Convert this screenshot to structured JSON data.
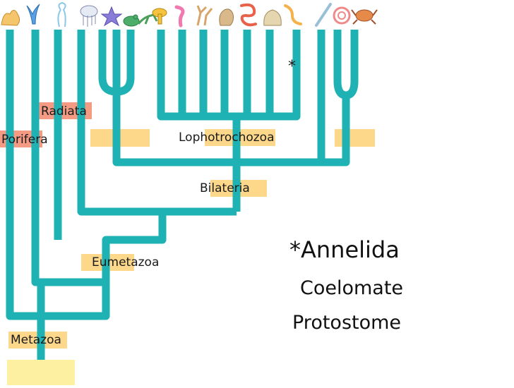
{
  "colors": {
    "branch": "#1fb2b5",
    "highlight_yellow": "#fdd78a",
    "highlight_salmon": "#f59a83",
    "root_box": "#fdf0a0"
  },
  "diagram": {
    "asterisk": "*",
    "labels": {
      "radiata": "Radiata",
      "porifera": "Porifera",
      "lophotrochozoa": "Lophotrochozoa",
      "bilateria": "Bilateria",
      "eumetazoa": "Eumetazoa",
      "metazoa": "Metazoa"
    },
    "legend": {
      "title": "*Annelida",
      "line1": "Coelomate",
      "line2": "Protostome"
    },
    "organism_icons": [
      "sponge-icon",
      "sponge-tube-icon",
      "hydra-icon",
      "jellyfish-icon",
      "starfish-icon",
      "frog-icon",
      "lizard-icon",
      "mushroom-coral-icon",
      "flatworm-icon",
      "bryozoan-icon",
      "snail-icon",
      "earthworm-icon",
      "clam-icon",
      "nematode-icon",
      "sea-pen-icon",
      "coil-worm-icon",
      "crab-icon"
    ]
  }
}
